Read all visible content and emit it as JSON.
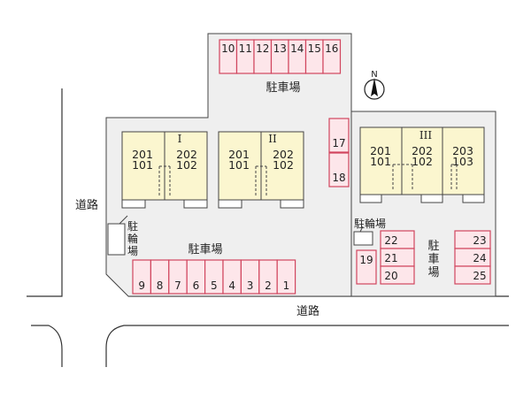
{
  "map": {
    "compass_label": "N",
    "road_label_left": "道路",
    "road_label_bottom": "道路",
    "parking_top_label": "駐車場",
    "parking_middle_label": "駐車場",
    "parking_right_label": [
      "駐",
      "車",
      "場"
    ],
    "bike_parking_left_label": [
      "駐",
      "輪",
      "場"
    ],
    "bike_parking_right_label": "駐輪場",
    "parking_spaces_top": [
      "10",
      "11",
      "12",
      "13",
      "14",
      "15",
      "16"
    ],
    "parking_spaces_bottom": [
      "9",
      "8",
      "7",
      "6",
      "5",
      "4",
      "3",
      "2",
      "1"
    ],
    "parking_spaces_side": [
      "17",
      "18"
    ],
    "parking_spaces_right_col1": [
      "19"
    ],
    "parking_spaces_right_col2": [
      "22",
      "21",
      "20"
    ],
    "parking_spaces_right_col3": [
      "23",
      "24",
      "25"
    ],
    "buildings": [
      {
        "name": "I",
        "units": [
          [
            "201",
            "101"
          ],
          [
            "202",
            "102"
          ]
        ]
      },
      {
        "name": "II",
        "units": [
          [
            "201",
            "101"
          ],
          [
            "202",
            "102"
          ]
        ]
      },
      {
        "name": "III",
        "units": [
          [
            "201",
            "101"
          ],
          [
            "202",
            "102"
          ],
          [
            "203",
            "103"
          ]
        ]
      }
    ],
    "colors": {
      "lot": "#efefef",
      "building": "#fbf6cf",
      "parking_border": "#d1455e",
      "parking_fill": "#fde6ea"
    }
  }
}
